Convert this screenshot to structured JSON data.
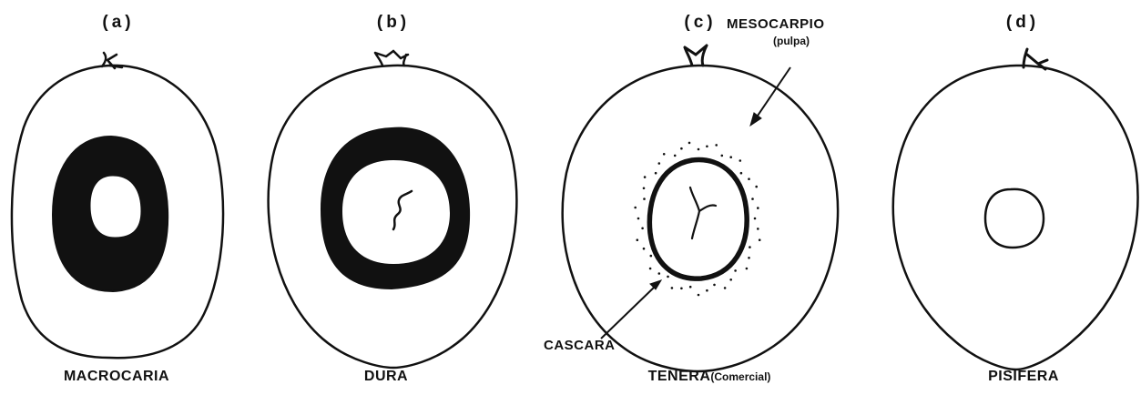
{
  "panels": [
    {
      "letter": "(a)",
      "caption": "MACROCARIA"
    },
    {
      "letter": "(b)",
      "caption": "DURA"
    },
    {
      "letter": "(c)",
      "caption": "TENERA",
      "caption_sub": "(Comercial)"
    },
    {
      "letter": "(d)",
      "caption": "PISIFERA"
    }
  ],
  "callouts": {
    "mesocarp_main": "MESOCARPIO",
    "mesocarp_sub": "(pulpa)",
    "shell": "CASCARA"
  },
  "colors": {
    "ink": "#111111",
    "background": "#ffffff"
  }
}
